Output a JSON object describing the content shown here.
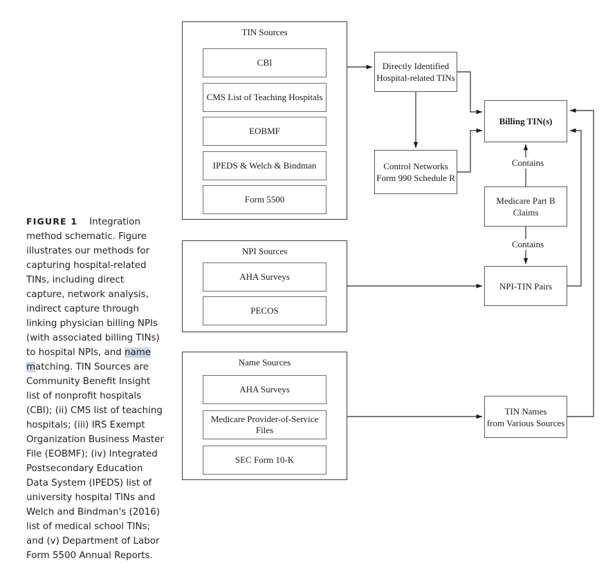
{
  "figure": {
    "label": "FIGURE 1",
    "title": "Integration method schematic.",
    "body_part1": "Figure illustrates our methods for capturing hospital-related TINs, including direct capture, network analysis, indirect capture through linking physician billing NPIs (with associated billing TINs) to hospital NPIs, and ",
    "selected_text": "name m",
    "body_part2": "atching. TIN Sources are Community Benefit Insight list of nonprofit hospitals (CBI); (ii) CMS list of teaching hospitals; (iii) IRS Exempt Organization Business Master File (EOBMF); (iv) Integrated Postsecondary Education Data System (IPEDS) list of university hospital TINs and Welch and Bindman's (2016) list of medical school TINs; and (v) Department of Labor Form 5500 Annual Reports."
  },
  "groups": {
    "tin_sources": {
      "title": "TIN Sources",
      "items": [
        "CBI",
        "CMS List of Teaching Hospitals",
        "EOBMF",
        "IPEDS & Welch & Bindman",
        "Form 5500"
      ]
    },
    "npi_sources": {
      "title": "NPI Sources",
      "items": [
        "AHA Surveys",
        "PECOS"
      ]
    },
    "name_sources": {
      "title": "Name Sources",
      "items": [
        "AHA Surveys",
        "Medicare Provider-of-Service Files",
        "SEC Form 10-K"
      ]
    }
  },
  "nodes": {
    "directly_identified": "Directly Identified\nHospital-related TINs",
    "control_networks": "Control Networks\nForm 990 Schedule R",
    "billing_tins": "Billing TIN(s)",
    "medicare_part_b": "Medicare Part B\nClaims",
    "npi_tin_pairs": "NPI-TIN Pairs",
    "tin_names": "TIN Names\nfrom Various Sources"
  },
  "edge_labels": {
    "contains_upper": "Contains",
    "contains_lower": "Contains"
  },
  "colors": {
    "stroke": "#3a3a3a",
    "inner_stroke": "#6e6e6e",
    "text": "#1b1b1b",
    "selection": "#c9d9e8",
    "background": "#ffffff"
  }
}
